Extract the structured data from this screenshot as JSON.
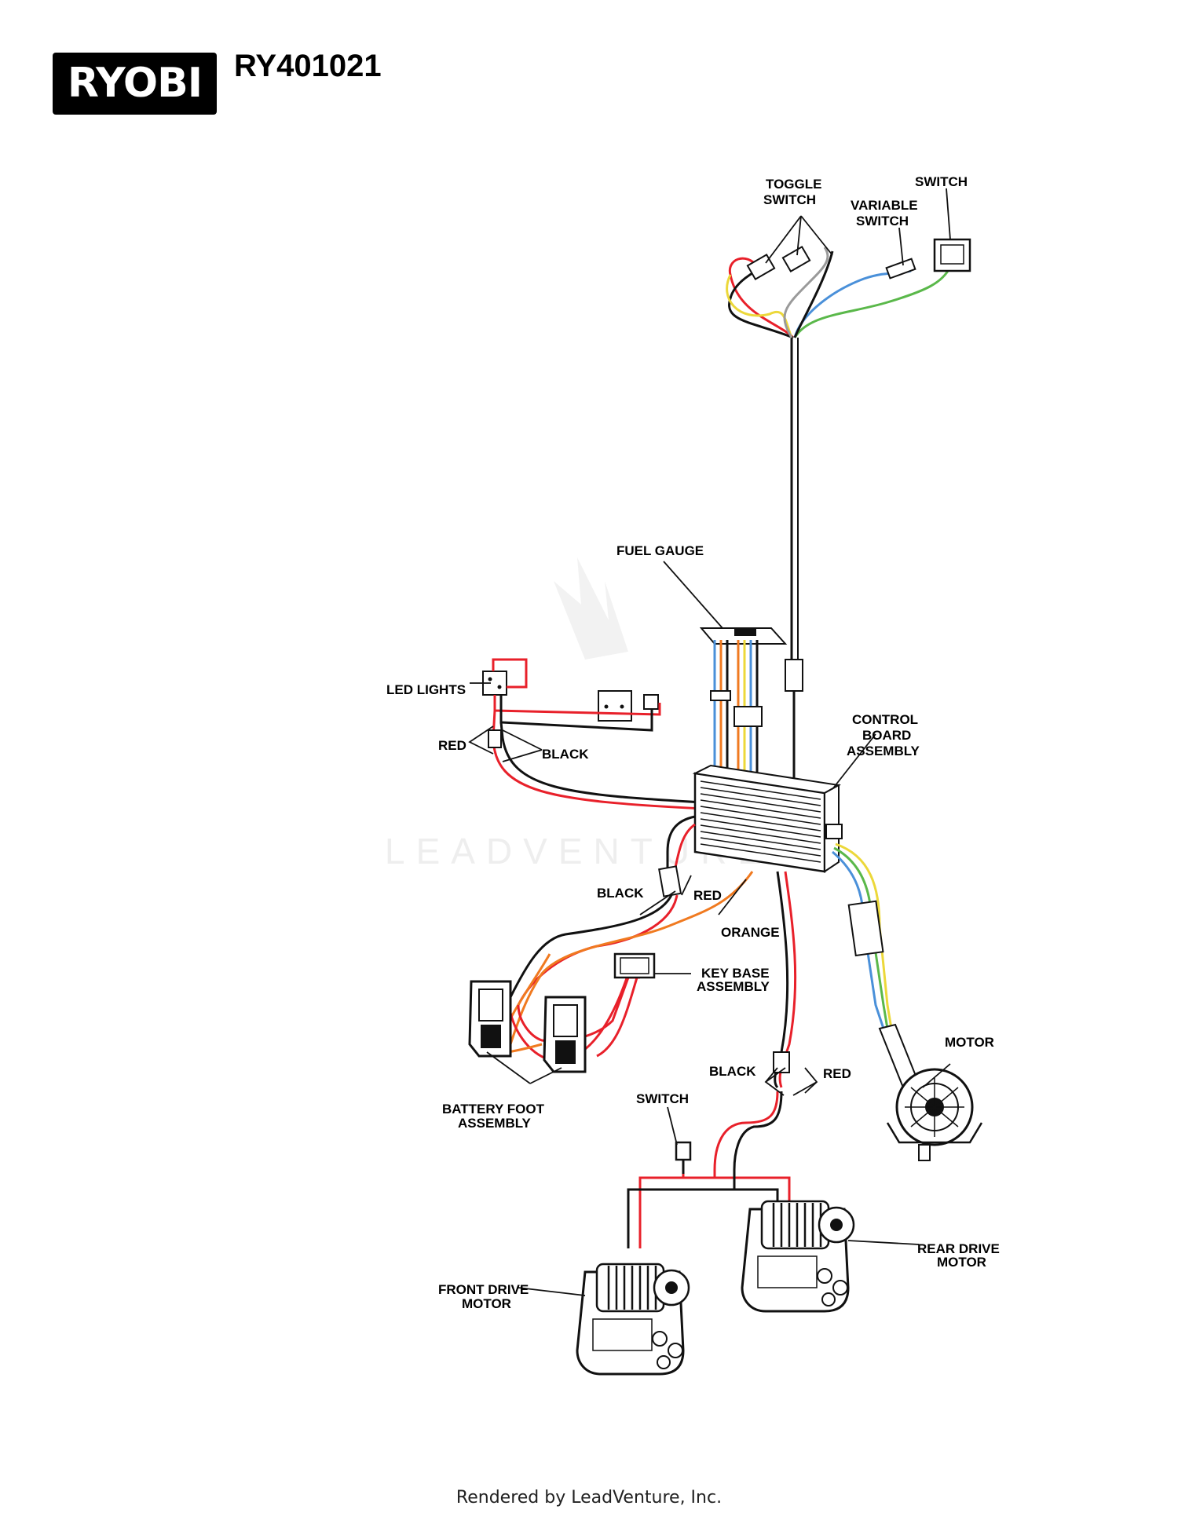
{
  "header": {
    "brand": "RYOBI",
    "model": "RY401021"
  },
  "watermark": "LEADVENTURE",
  "footer": "Rendered by LeadVenture, Inc.",
  "wire_colors": {
    "red": "#e8202a",
    "black": "#111111",
    "orange": "#f07a20",
    "yellow": "#ecd83a",
    "blue": "#4a90d9",
    "green": "#5ab84a",
    "gray": "#9a9a9a"
  },
  "labels": {
    "toggle_switch": [
      "TOGGLE",
      "SWITCH"
    ],
    "switch_top": "SWITCH",
    "variable_switch": [
      "VARIABLE",
      "SWITCH"
    ],
    "fuel_gauge": "FUEL GAUGE",
    "led_lights": "LED LIGHTS",
    "red_led": "RED",
    "black_led": "BLACK",
    "control_board": [
      "CONTROL",
      "BOARD",
      "ASSEMBLY"
    ],
    "black_batt": "BLACK",
    "red_batt": "RED",
    "orange": "ORANGE",
    "key_base": [
      "KEY BASE",
      "ASSEMBLY"
    ],
    "motor": "MOTOR",
    "black_drive": "BLACK",
    "red_drive": "RED",
    "switch_drive": "SWITCH",
    "battery_foot": [
      "BATTERY FOOT",
      "ASSEMBLY"
    ],
    "rear_drive_motor": [
      "REAR DRIVE",
      "MOTOR"
    ],
    "front_drive_motor": [
      "FRONT DRIVE",
      "MOTOR"
    ]
  }
}
